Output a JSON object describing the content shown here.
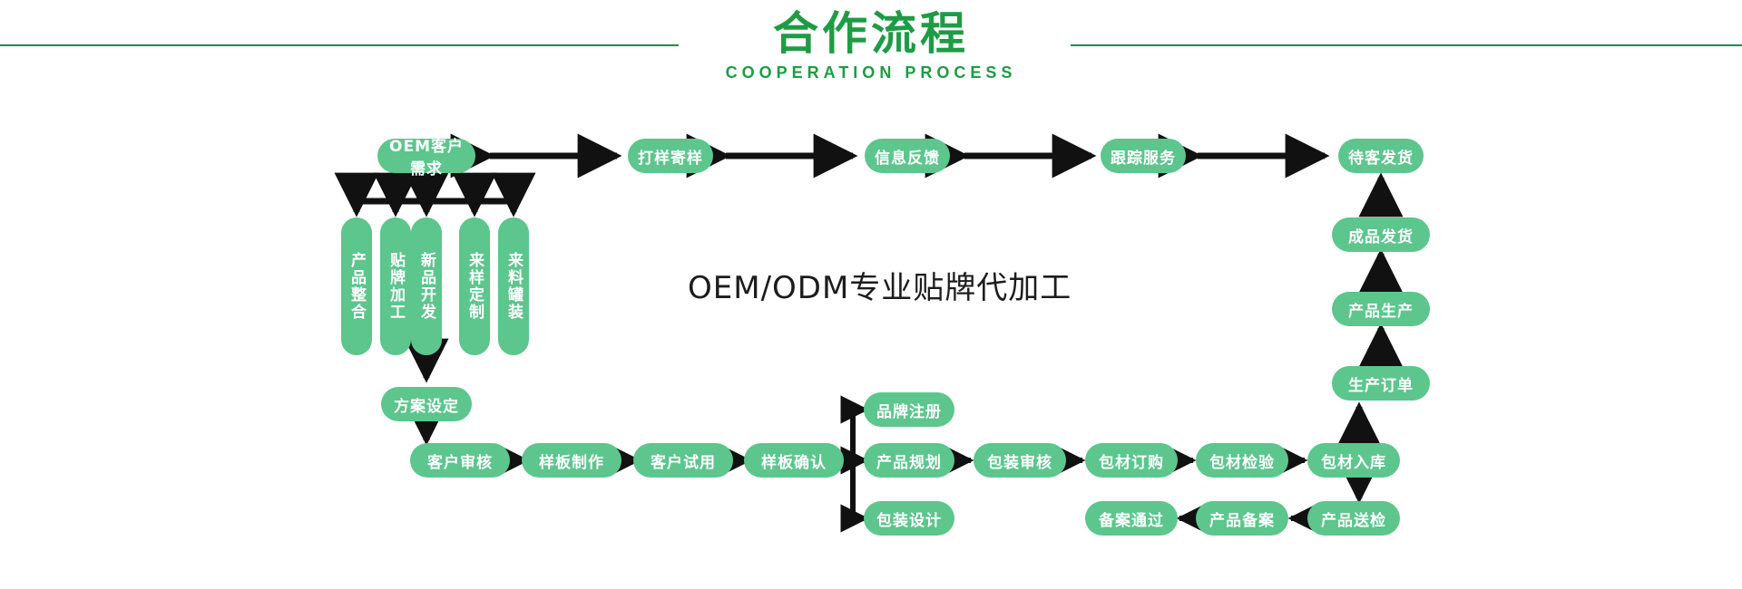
{
  "header": {
    "title": "合作流程",
    "subtitle": "COOPERATION PROCESS",
    "accent_color": "#1f9b45",
    "rule_color": "#1f8a52"
  },
  "theme": {
    "node_fill": "#5cc68d",
    "node_text": "#ffffff",
    "arrow_color": "#111111",
    "background": "#ffffff"
  },
  "center": {
    "slogan": "OEM/ODM专业贴牌代加工"
  },
  "chart_data": {
    "type": "flowchart",
    "title": "合作流程",
    "subtitle": "COOPERATION PROCESS",
    "nodes": [
      {
        "id": "n1",
        "label": "OEM客户需求",
        "row": "top"
      },
      {
        "id": "n2",
        "label": "打样寄样",
        "row": "top"
      },
      {
        "id": "n3",
        "label": "信息反馈",
        "row": "top"
      },
      {
        "id": "n4",
        "label": "跟踪服务",
        "row": "top"
      },
      {
        "id": "n5",
        "label": "待客发货",
        "row": "top"
      },
      {
        "id": "v1",
        "label": "产品整合",
        "row": "services",
        "orientation": "vertical"
      },
      {
        "id": "v2",
        "label": "贴牌加工",
        "row": "services",
        "orientation": "vertical"
      },
      {
        "id": "v3",
        "label": "新品开发",
        "row": "services",
        "orientation": "vertical"
      },
      {
        "id": "v4",
        "label": "来样定制",
        "row": "services",
        "orientation": "vertical"
      },
      {
        "id": "v5",
        "label": "来料罐装",
        "row": "services",
        "orientation": "vertical"
      },
      {
        "id": "b0",
        "label": "方案设定",
        "row": "plan"
      },
      {
        "id": "b1",
        "label": "客户审核",
        "row": "bottom"
      },
      {
        "id": "b2",
        "label": "样板制作",
        "row": "bottom"
      },
      {
        "id": "b3",
        "label": "客户试用",
        "row": "bottom"
      },
      {
        "id": "b4",
        "label": "样板确认",
        "row": "bottom"
      },
      {
        "id": "p1",
        "label": "品牌注册",
        "row": "branch-upper"
      },
      {
        "id": "p2",
        "label": "产品规划",
        "row": "bottom"
      },
      {
        "id": "p3",
        "label": "包装设计",
        "row": "branch-lower"
      },
      {
        "id": "b5",
        "label": "包装审核",
        "row": "bottom"
      },
      {
        "id": "b6",
        "label": "包材订购",
        "row": "bottom"
      },
      {
        "id": "b7",
        "label": "包材检验",
        "row": "bottom"
      },
      {
        "id": "b8",
        "label": "包材入库",
        "row": "bottom"
      },
      {
        "id": "c1",
        "label": "产品送检",
        "row": "branch-lower"
      },
      {
        "id": "c2",
        "label": "产品备案",
        "row": "branch-lower"
      },
      {
        "id": "c3",
        "label": "备案通过",
        "row": "branch-lower"
      },
      {
        "id": "r1",
        "label": "生产订单",
        "row": "right-column"
      },
      {
        "id": "r2",
        "label": "产品生产",
        "row": "right-column"
      },
      {
        "id": "r3",
        "label": "成品发货",
        "row": "right-column"
      }
    ],
    "edges": [
      {
        "from": "n1",
        "to": "n2",
        "style": "double"
      },
      {
        "from": "n2",
        "to": "n3",
        "style": "double"
      },
      {
        "from": "n3",
        "to": "n4",
        "style": "double"
      },
      {
        "from": "n4",
        "to": "n5",
        "style": "double"
      },
      {
        "from": "n1",
        "to": "v1",
        "style": "single"
      },
      {
        "from": "n1",
        "to": "v2",
        "style": "single"
      },
      {
        "from": "n1",
        "to": "v3",
        "style": "single"
      },
      {
        "from": "n1",
        "to": "v4",
        "style": "single"
      },
      {
        "from": "n1",
        "to": "v5",
        "style": "single"
      },
      {
        "from": "v3",
        "to": "b0",
        "style": "single"
      },
      {
        "from": "b0",
        "to": "b1",
        "style": "single"
      },
      {
        "from": "b1",
        "to": "b2",
        "style": "single"
      },
      {
        "from": "b2",
        "to": "b3",
        "style": "single"
      },
      {
        "from": "b3",
        "to": "b4",
        "style": "single"
      },
      {
        "from": "b4",
        "to": "p1",
        "style": "single"
      },
      {
        "from": "b4",
        "to": "p2",
        "style": "single"
      },
      {
        "from": "b4",
        "to": "p3",
        "style": "single"
      },
      {
        "from": "p2",
        "to": "b5",
        "style": "single"
      },
      {
        "from": "b5",
        "to": "b6",
        "style": "single"
      },
      {
        "from": "b6",
        "to": "b7",
        "style": "single"
      },
      {
        "from": "b7",
        "to": "b8",
        "style": "single"
      },
      {
        "from": "b8",
        "to": "c1",
        "style": "single"
      },
      {
        "from": "c1",
        "to": "c2",
        "style": "single"
      },
      {
        "from": "c2",
        "to": "c3",
        "style": "single"
      },
      {
        "from": "b8",
        "to": "r1",
        "style": "single"
      },
      {
        "from": "r1",
        "to": "r2",
        "style": "single"
      },
      {
        "from": "r2",
        "to": "r3",
        "style": "single"
      },
      {
        "from": "r3",
        "to": "n5",
        "style": "single"
      }
    ]
  }
}
